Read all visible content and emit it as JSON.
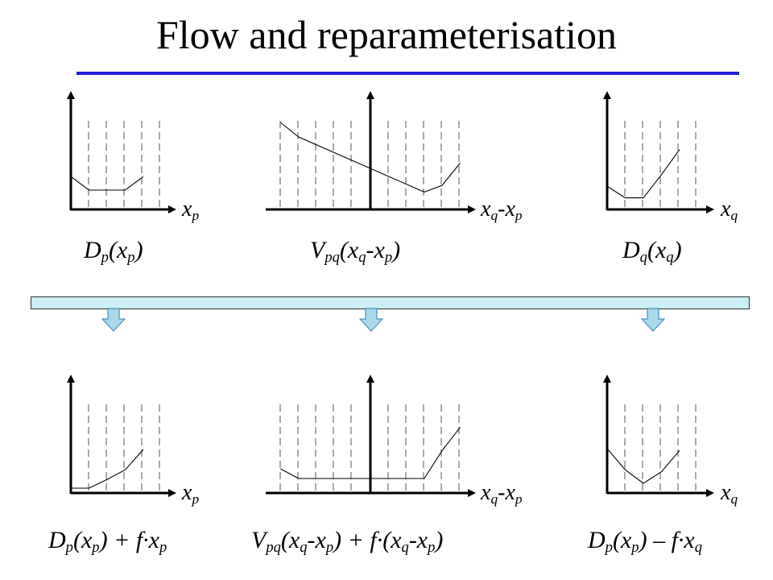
{
  "title": "Flow and reparameterisation",
  "axis_labels": {
    "dp": "x_p",
    "vpq": "x_q-x_p",
    "dq": "x_q",
    "dp_b": "x_p",
    "vpq_b": "x_q-x_p",
    "dq_b": "x_q"
  },
  "captions": {
    "dp": "D_p(x_p)",
    "vpq": "V_pq(x_q-x_p)",
    "dq": "D_q(x_q)",
    "dp_b": "D_p(x_p) + f·x_p",
    "vpq_b": "V_pq(x_q-x_p) + f·(x_q-x_p)",
    "dq_b": "D_p(x_p) – f·x_q"
  },
  "colors": {
    "rule": "#1f1fd6",
    "bar_fill": "#c9eef3",
    "arrow_fill": "#a8d8ea",
    "ink": "#000000"
  },
  "icons": [
    "down-arrow-icon"
  ],
  "chart_data": [
    {
      "type": "line",
      "name": "dp",
      "x": [
        0,
        1,
        2,
        3,
        4
      ],
      "y": [
        3.4,
        2.0,
        2.0,
        2.0,
        3.4
      ]
    },
    {
      "type": "line",
      "name": "vpq",
      "x": [
        -5,
        -4,
        3,
        4,
        5
      ],
      "y": [
        9.0,
        7.5,
        1.8,
        2.5,
        4.8
      ]
    },
    {
      "type": "line",
      "name": "dq",
      "x": [
        0,
        1,
        2,
        3,
        4
      ],
      "y": [
        2.4,
        1.2,
        1.2,
        3.6,
        6.2
      ]
    },
    {
      "type": "line",
      "name": "dp_b",
      "x": [
        0,
        1,
        2,
        3,
        4
      ],
      "y": [
        0.5,
        0.5,
        1.4,
        2.4,
        4.5
      ]
    },
    {
      "type": "line",
      "name": "vpq_b",
      "x": [
        -5,
        -4,
        3,
        4,
        5
      ],
      "y": [
        2.5,
        1.5,
        1.5,
        4.4,
        6.8
      ]
    },
    {
      "type": "line",
      "name": "dq_b",
      "x": [
        0,
        1,
        2,
        3,
        4
      ],
      "y": [
        4.6,
        2.4,
        1.0,
        2.2,
        4.4
      ]
    }
  ]
}
